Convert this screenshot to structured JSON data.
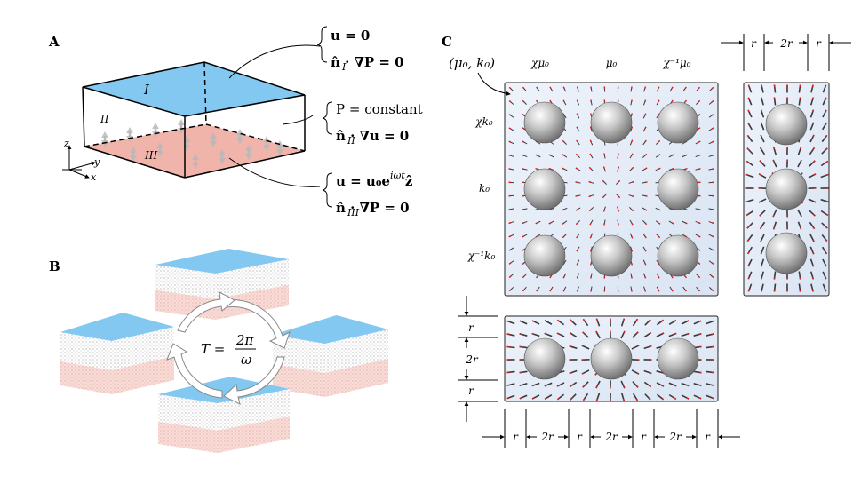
{
  "panels": {
    "a": "A",
    "b": "B",
    "c": "C"
  },
  "panel_a": {
    "region_labels": [
      "I",
      "II",
      "III"
    ],
    "axes": [
      "z",
      "y",
      "x"
    ],
    "bc_top": [
      "u = 0",
      "n̂ · ∇P = 0"
    ],
    "bc_top_sub": "I",
    "bc_side": [
      "P = constant",
      "n̂ · ∇u = 0"
    ],
    "bc_side_sub": "II",
    "bc_bottom": [
      "u = u₀e",
      "iωt",
      "ẑ",
      "n̂ · ∇P = 0"
    ],
    "bc_bottom_sub": "III"
  },
  "panel_b": {
    "period_lhs": "T =",
    "period_num": "2π",
    "period_den": "ω"
  },
  "panel_c": {
    "corner_label": "(μ₀, k₀)",
    "col_labels": [
      "χμ₀",
      "μ₀",
      "χ⁻¹μ₀"
    ],
    "row_labels": [
      "χk₀",
      "k₀",
      "χ⁻¹k₀"
    ],
    "dim_r": "r",
    "dim_2r": "2r"
  },
  "colors": {
    "top_face": "#82c8f0",
    "bottom_face": "#f0b4aa",
    "plate_fill": "#e4ecf7",
    "arrow_red": "#d62020",
    "arrow_dark": "#3a3a3a"
  }
}
